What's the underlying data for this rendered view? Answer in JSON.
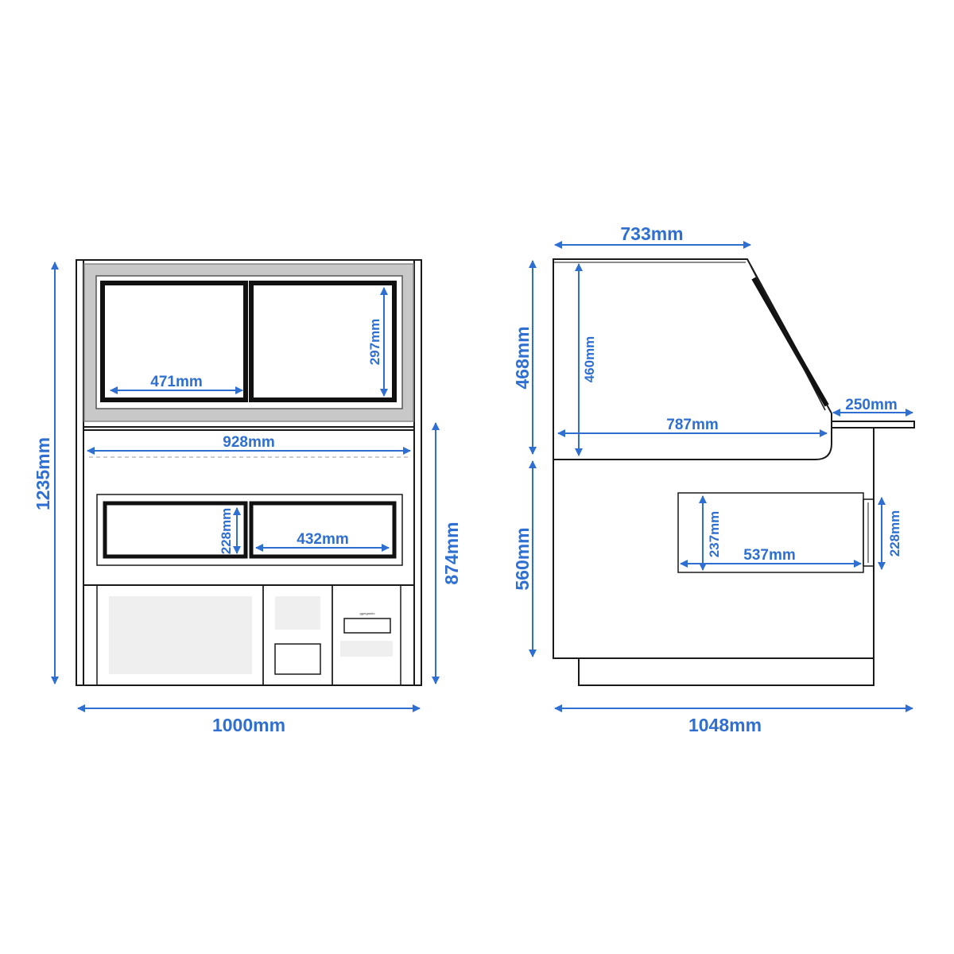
{
  "colors": {
    "dimension": "#2e6fd1",
    "outline": "#1a1a1a",
    "panel_grey": "#c8c8c8",
    "light_fill": "#efefef"
  },
  "front_view": {
    "overall_width": "1000mm",
    "overall_height": "1235mm",
    "base_height": "874mm",
    "upper_window_width": "471mm",
    "upper_window_height": "297mm",
    "interior_width": "928mm",
    "lower_window_height": "228mm",
    "lower_window_width": "432mm",
    "logo_text": "ggmgastro"
  },
  "side_view": {
    "top_depth": "733mm",
    "upper_height": "468mm",
    "inner_height": "460mm",
    "inner_depth": "787mm",
    "shelf_depth": "250mm",
    "lower_height": "560mm",
    "drawer_height": "237mm",
    "drawer_depth": "537mm",
    "door_height": "228mm",
    "overall_depth": "1048mm"
  }
}
